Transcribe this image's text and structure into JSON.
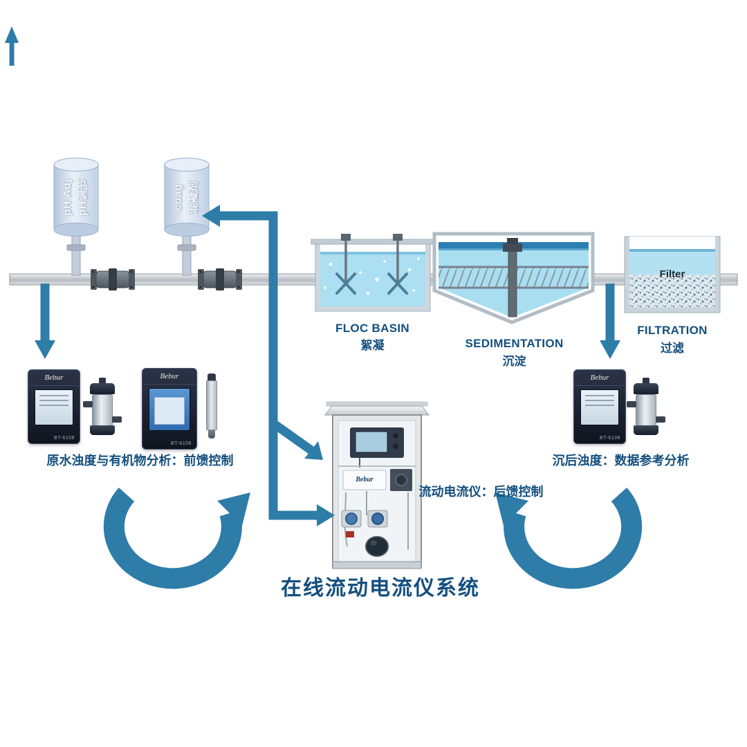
{
  "page": {
    "title": "在线流动电流仪系统"
  },
  "tanks": {
    "ph": {
      "line1": "pH Adj",
      "line2": "pH调节"
    },
    "coag": {
      "line1": "coag",
      "line2": "混凝剂"
    }
  },
  "stages": {
    "floc": {
      "en": "FLOC BASIN",
      "cn": "絮凝"
    },
    "sed": {
      "en": "SEDIMENTATION",
      "cn": "沉淀"
    },
    "filt": {
      "en": "FILTRATION",
      "cn": "过滤",
      "media": "Filter"
    }
  },
  "annotations": {
    "raw": "原水浊度与有机物分析：前馈控制",
    "scm": "流动电流仪：后馈控制",
    "settled": "沉后浊度：数据参考分析"
  },
  "devices": {
    "brand": "Bebur",
    "model": "BT-6108"
  },
  "colors": {
    "arrow": "#2e7ca8",
    "label": "#134f7e",
    "water": "#a9def1",
    "surface": "#2d7fb2",
    "tank": "#c4d4e8"
  }
}
